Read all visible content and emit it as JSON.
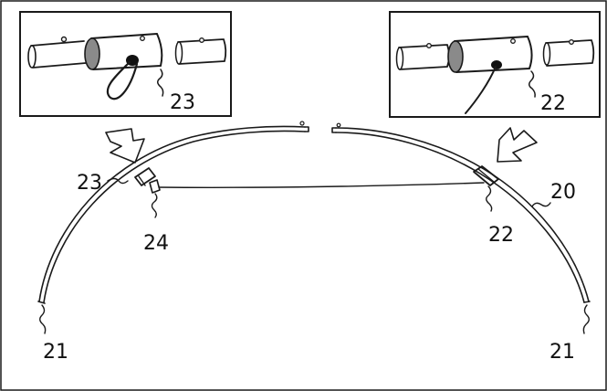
{
  "labels": {
    "frame": "20",
    "left_end": "21",
    "right_end": "21",
    "right_connector": "22",
    "left_connector": "23",
    "cord": "24",
    "inset_left": "23",
    "inset_right": "22"
  },
  "colors": {
    "ink": "#1a1a1a",
    "collar_shade": "#8a8a8a",
    "background": "#ffffff"
  },
  "icons": {
    "left_arrow": "arrow-down-right-icon",
    "right_arrow": "arrow-down-left-icon"
  }
}
